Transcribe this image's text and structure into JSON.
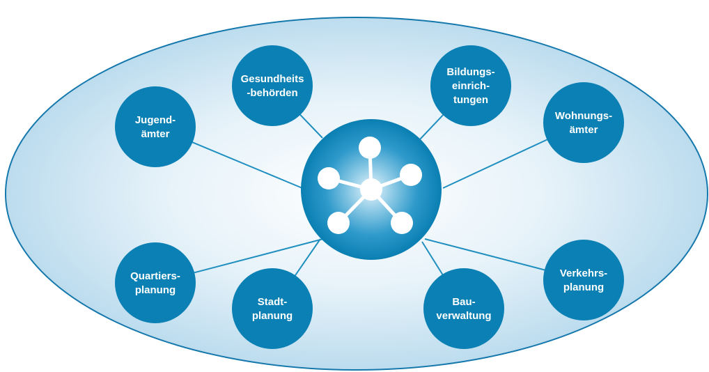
{
  "diagram": {
    "colors": {
      "node_fill": "#0a80b4",
      "connector": "#1f8fc0",
      "ellipse_fill_center": "#ffffff",
      "ellipse_fill_edge": "#bcdcee",
      "ellipse_stroke": "#1578ad",
      "label_text": "#ffffff"
    },
    "hub": {
      "icon": "network-hub-icon"
    },
    "nodes": [
      {
        "id": "gesundheitsbehoerden",
        "lines": [
          "Gesundheits",
          "-behörden"
        ]
      },
      {
        "id": "bildungseinrichtungen",
        "lines": [
          "Bildungs-",
          "einrich-",
          "tungen"
        ]
      },
      {
        "id": "jugendaemter",
        "lines": [
          "Jugend-",
          "ämter"
        ]
      },
      {
        "id": "wohnungsaemter",
        "lines": [
          "Wohnungs-",
          "ämter"
        ]
      },
      {
        "id": "quartiersplanung",
        "lines": [
          "Quartiers-",
          "planung"
        ]
      },
      {
        "id": "stadtplanung",
        "lines": [
          "Stadt-",
          "planung"
        ]
      },
      {
        "id": "bauverwaltung",
        "lines": [
          "Bau-",
          "verwaltung"
        ]
      },
      {
        "id": "verkehrsplanung",
        "lines": [
          "Verkehrs-",
          "planung"
        ]
      }
    ]
  }
}
